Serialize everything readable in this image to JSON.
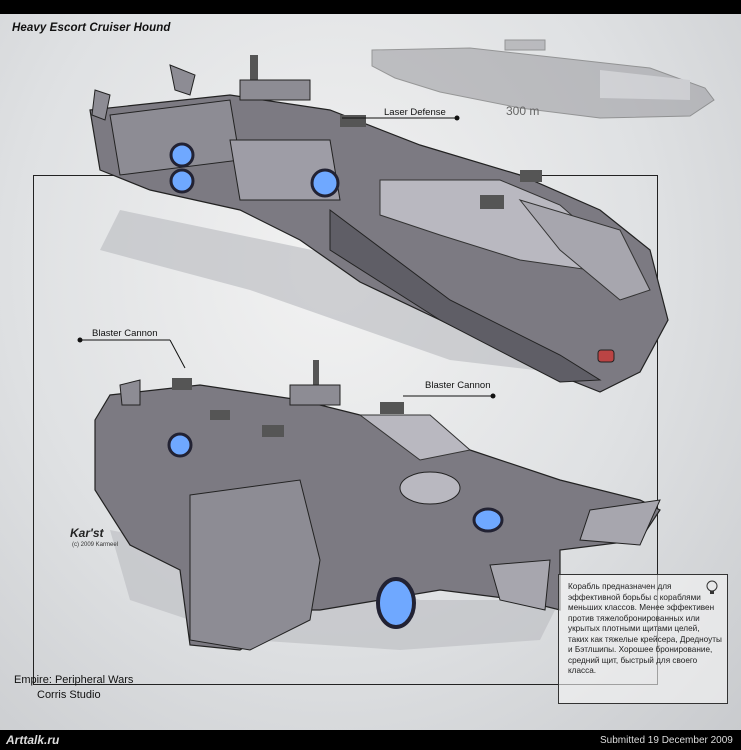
{
  "artwork": {
    "title": "Heavy Escort Cruiser Hound",
    "scale_label": "300 m",
    "callouts": {
      "laser_defense": "Laser Defense",
      "blaster_cannon_left": "Blaster Cannon",
      "blaster_cannon_right": "Blaster Cannon"
    },
    "description": "Корабль предназначен для эффективной борьбы с кораблями меньших классов. Менее эффективен против тяжелобронированных или укрытых плотными щитами целей, таких как тяжелые крейсера, Дредноуты и Бэтлшипы. Хорошее бронирование, средний щит, быстрый для своего класса.",
    "signature": "Kar'st",
    "signature_sub": "(c) 2009 Karmeel",
    "empire_label": "Empire: Peripheral Wars",
    "studio_label": "Corris Studio"
  },
  "footer": {
    "site_logo": "Arttalk.ru",
    "submitted": "Submitted 19 December 2009"
  },
  "colors": {
    "background": "#dfe1e3",
    "hull": "#7c7a82",
    "hull_light": "#b9b8c0",
    "engine_glow": "#6fa8ff"
  }
}
